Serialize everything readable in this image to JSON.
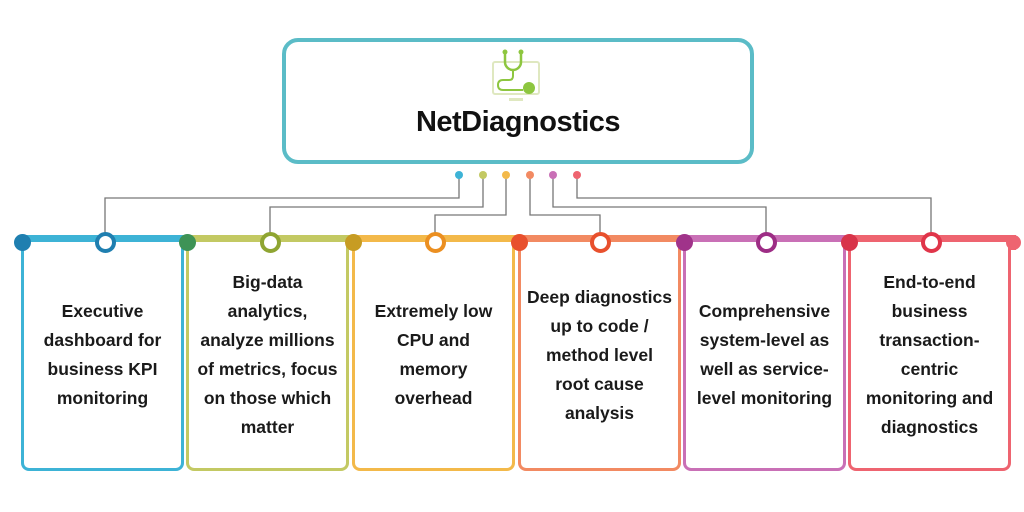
{
  "header": {
    "title": "NetDiagnostics",
    "icon": "stethoscope-monitor-icon"
  },
  "features": [
    {
      "label": "Executive dashboard for business KPI monitoring",
      "color": "#3db3d6",
      "dark": "#1f7fb0"
    },
    {
      "label": "Big-data analytics, analyze millions of metrics, focus on those which matter",
      "color": "#c3c963",
      "dark": "#3e9356"
    },
    {
      "label": "Extremely low CPU and memory overhead",
      "color": "#f3b94a",
      "dark": "#c79c23"
    },
    {
      "label": "Deep diagnostics up to code / method level root cause analysis",
      "color": "#f28a62",
      "dark": "#e8502d"
    },
    {
      "label": "Comprehensive system-level as well as service-level monitoring",
      "color": "#c970b6",
      "dark": "#a0338a"
    },
    {
      "label": "End-to-end business transaction-centric monitoring and diagnostics",
      "color": "#ee6470",
      "dark": "#d8344a"
    }
  ]
}
